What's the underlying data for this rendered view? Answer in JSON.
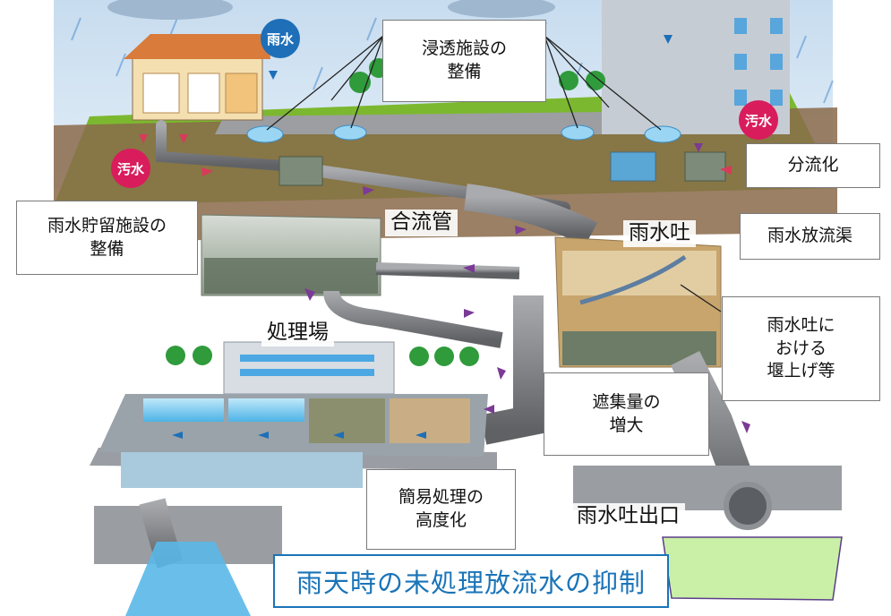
{
  "labels": {
    "infiltration": [
      "浸透施設の",
      "整備"
    ],
    "storage": [
      "雨水貯留施設の",
      "整備"
    ],
    "combined_pipe": "合流管",
    "cso": "雨水吐",
    "separation": "分流化",
    "stormwater_channel": "雨水放流渠",
    "plant": "処理場",
    "weir": [
      "雨水吐に",
      "おける",
      "堰上げ等"
    ],
    "interception": [
      "遮集量の",
      "増大"
    ],
    "advanced_treatment": [
      "簡易処理の",
      "高度化"
    ],
    "cso_outlet": "雨水吐出口",
    "banner": "雨天時の未処理放流水の抑制"
  },
  "badges": {
    "rain": "雨水",
    "sewage_left": "汚水",
    "sewage_right": "汚水"
  },
  "colors": {
    "rain_badge": "#1e6fb8",
    "sewage_badge": "#d91c5c",
    "banner_text": "#1a74b8",
    "pipe": "#8c8d90",
    "water": "#7fcdf0",
    "ground": "#8a6a4a",
    "grass": "#7cb82f",
    "flow_arrow": "#7b3a96"
  }
}
